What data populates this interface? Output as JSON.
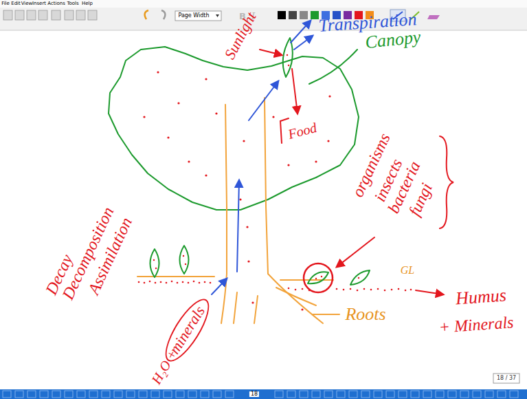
{
  "diagram": {
    "nodes": [
      {
        "text": [
          "minerals"
        ]
      }
    ],
    "labels": [
      "File",
      "Edit",
      "View",
      "Insert",
      "Actions",
      "Tools",
      "Help",
      "Page Width",
      "Sunlight",
      "Transpiration",
      "Canopy",
      "Food",
      "organisms",
      "insects",
      "bacteria",
      "fungi",
      "Decay",
      "Decomposition",
      "Assimilation",
      "H₂O +",
      "Roots",
      "GL",
      "Humus",
      "+ Minerals",
      "18 / 37",
      "18"
    ]
  }
}
